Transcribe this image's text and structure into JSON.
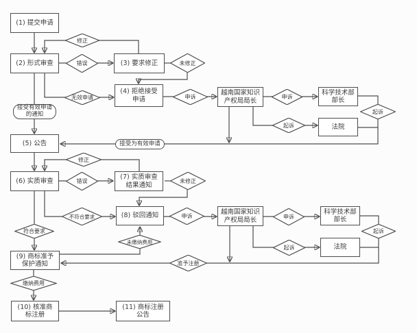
{
  "diagram": {
    "background": "#fcfcfc",
    "line_color": "#4c4c4c",
    "text_color": "#3b3b3b",
    "nodes": {
      "step1": {
        "label": "(1) 提交申请"
      },
      "step2": {
        "label": "(2) 形式审查"
      },
      "step3": {
        "label": "(3) 要求修正"
      },
      "step4": {
        "label": [
          "(4) 拒绝接受",
          "申请"
        ]
      },
      "step5": {
        "label": "(5) 公告"
      },
      "step6": {
        "label": "(6) 实质审查"
      },
      "step7": {
        "label": [
          "(7) 实质审查",
          "结果通知"
        ]
      },
      "step8": {
        "label": "(8) 驳回通知"
      },
      "step9": {
        "label": [
          "(9) 商标准予",
          "保护通知"
        ]
      },
      "step10": {
        "label": [
          "(10) 核准商",
          "标注册"
        ]
      },
      "step11": {
        "label": [
          "(11) 商标注册",
          "公告"
        ]
      },
      "vnipo_top": {
        "label": [
          "越南国家知识",
          "产权局局长"
        ]
      },
      "most_top": {
        "label": [
          "科学技术部",
          "部长"
        ]
      },
      "court_top": {
        "label": "法院"
      },
      "vnipo_bottom": {
        "label": [
          "越南国家知识",
          "产权局局长"
        ]
      },
      "most_bottom": {
        "label": [
          "科学技术部",
          "部长"
        ]
      },
      "court_bottom": {
        "label": "法院"
      },
      "notice_valid_application": {
        "label": [
          "接受有效申请",
          "的通知"
        ]
      },
      "accepted_as_valid": {
        "label": "接受为有效申请"
      }
    },
    "decisions": {
      "correction_top": "修正",
      "error_top": "错误",
      "not_corrected_top": "未修正",
      "invalid_application": "无效申请",
      "appeal_top_1": "申诉",
      "appeal_top_2": "申诉",
      "lawsuit_top_right": "起诉",
      "lawsuit_top_inner": "起诉",
      "correction_bottom": "修正",
      "error_bottom": "错误",
      "not_corrected_bottom": "未修正",
      "not_meet_requirements": "不符合要求",
      "appeal_bottom_1": "申诉",
      "appeal_bottom_2": "申诉",
      "lawsuit_bottom_right": "起诉",
      "lawsuit_bottom_inner": "起诉",
      "meets_requirements": "符合要求",
      "fee_unpaid": "未缴纳费用",
      "grant_registration": "准予注册",
      "fee_paid": "缴纳费用"
    }
  }
}
